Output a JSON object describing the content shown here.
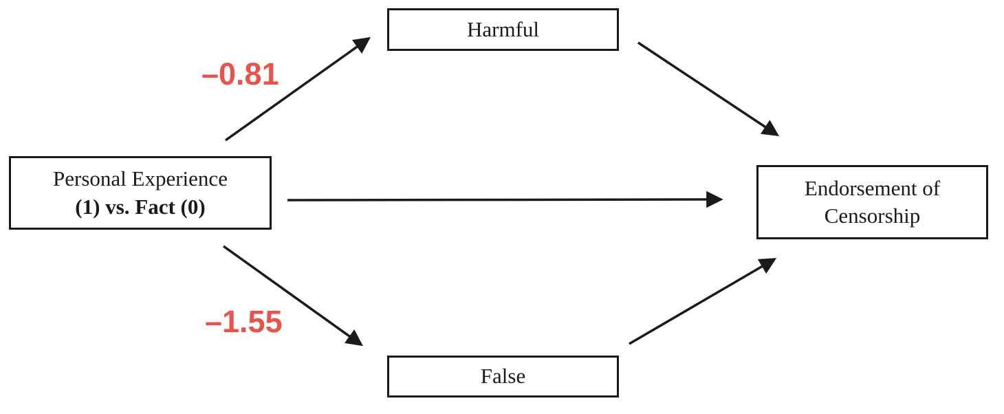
{
  "diagram": {
    "type": "mediation-path-model",
    "nodes": {
      "predictor": {
        "line1": "Personal Experience",
        "line2": "(1) vs. Fact (0)"
      },
      "mediator_top": {
        "label": "Harmful"
      },
      "mediator_bottom": {
        "label": "False"
      },
      "outcome": {
        "line1": "Endorsement of",
        "line2": "Censorship"
      }
    },
    "coefficients": {
      "predictor_to_harmful": "–0.81",
      "predictor_to_false": "–1.55"
    },
    "paths": [
      {
        "from": "predictor",
        "to": "mediator_top",
        "label": "–0.81"
      },
      {
        "from": "predictor",
        "to": "mediator_bottom",
        "label": "–1.55"
      },
      {
        "from": "predictor",
        "to": "outcome",
        "label": ""
      },
      {
        "from": "mediator_top",
        "to": "outcome",
        "label": ""
      },
      {
        "from": "mediator_bottom",
        "to": "outcome",
        "label": ""
      }
    ],
    "colors": {
      "coefficient_text": "#E8534B",
      "line": "#1A1A1A",
      "box_border": "#1A1A1A",
      "box_fill": "#FFFFFF"
    }
  }
}
